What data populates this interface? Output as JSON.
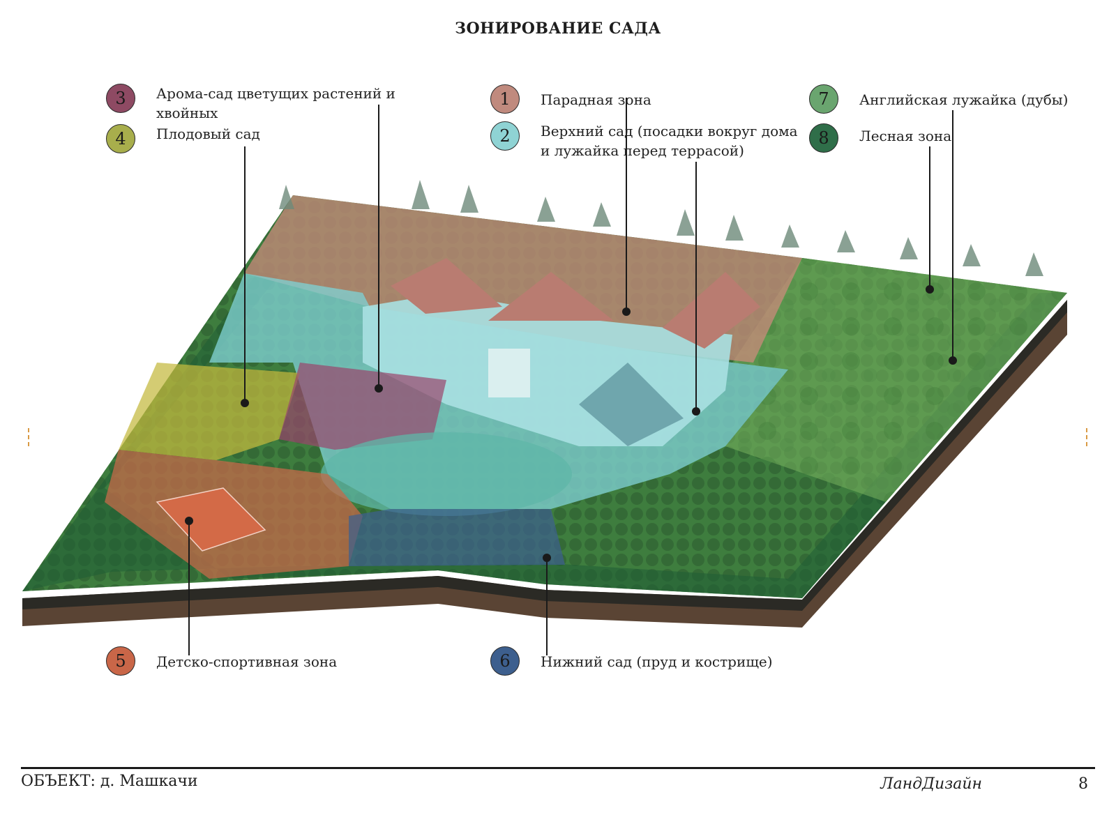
{
  "title": "ЗОНИРОВАНИЕ САДА",
  "zones": [
    {
      "num": "1",
      "label": "Парадная зона",
      "color": "#c08a7e"
    },
    {
      "num": "2",
      "label": "Верхний сад (посадки вокруг дома и лужайка перед террасой)",
      "color": "#8fd3d4"
    },
    {
      "num": "3",
      "label": "Арома-сад цветущих растений и хвойных",
      "color": "#8e4a63"
    },
    {
      "num": "4",
      "label": "Плодовый сад",
      "color": "#a8ae4c"
    },
    {
      "num": "5",
      "label": "Детско-спортивная зона",
      "color": "#c96648"
    },
    {
      "num": "6",
      "label": "Нижний сад (пруд и кострище)",
      "color": "#3d5f8e"
    },
    {
      "num": "7",
      "label": "Английская лужайка (дубы)",
      "color": "#6aa56f"
    },
    {
      "num": "8",
      "label": "Лесная зона",
      "color": "#2f6e49"
    }
  ],
  "footer": {
    "object": "ОБЪЕКТ: д. Машкачи",
    "brand": "ЛандДизайн",
    "page": "8"
  }
}
